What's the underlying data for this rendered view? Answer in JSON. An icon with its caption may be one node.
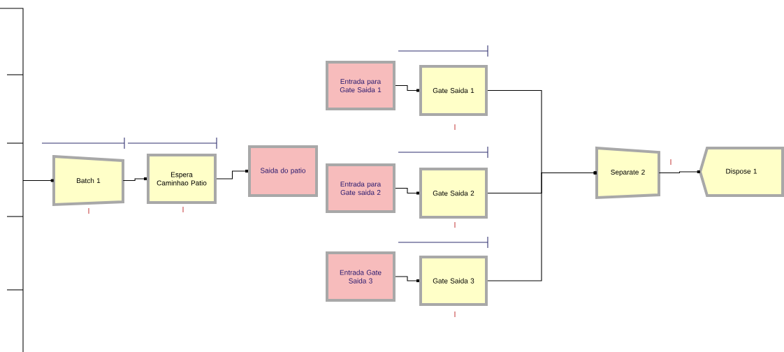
{
  "diagram": {
    "nodes": [
      {
        "text": [
          "Batch 1"
        ]
      },
      {
        "text": [
          "Espera Caminhao Patio"
        ]
      },
      {
        "text": [
          "Saida do patio"
        ]
      },
      {
        "text": [
          "Entrada para Gate Saida 1"
        ]
      },
      {
        "text": [
          "Gate Saida 1"
        ]
      },
      {
        "text": [
          "Entrada para Gate saida 2"
        ]
      },
      {
        "text": [
          "Gate Saida 2"
        ]
      },
      {
        "text": [
          "Entrada Gate Saida 3"
        ]
      },
      {
        "text": [
          "Gate Saida 3"
        ]
      },
      {
        "text": [
          "Separate 2"
        ]
      },
      {
        "text": [
          "Dispose 1"
        ]
      }
    ],
    "edges": [
      {
        "from": null,
        "to": 0,
        "arrow": "other"
      },
      {
        "from": 0,
        "to": 1,
        "arrow": "other"
      },
      {
        "from": 1,
        "to": 2,
        "arrow": "other"
      },
      {
        "from": 3,
        "to": 4,
        "arrow": "other"
      },
      {
        "from": 5,
        "to": 6,
        "arrow": "other"
      },
      {
        "from": 7,
        "to": 8,
        "arrow": "other"
      },
      {
        "from": 4,
        "to": 9,
        "arrow": "other"
      },
      {
        "from": 6,
        "to": 9,
        "arrow": "other"
      },
      {
        "from": 8,
        "to": 9,
        "arrow": "other"
      },
      {
        "from": 9,
        "to": 10,
        "arrow": "other"
      }
    ]
  }
}
